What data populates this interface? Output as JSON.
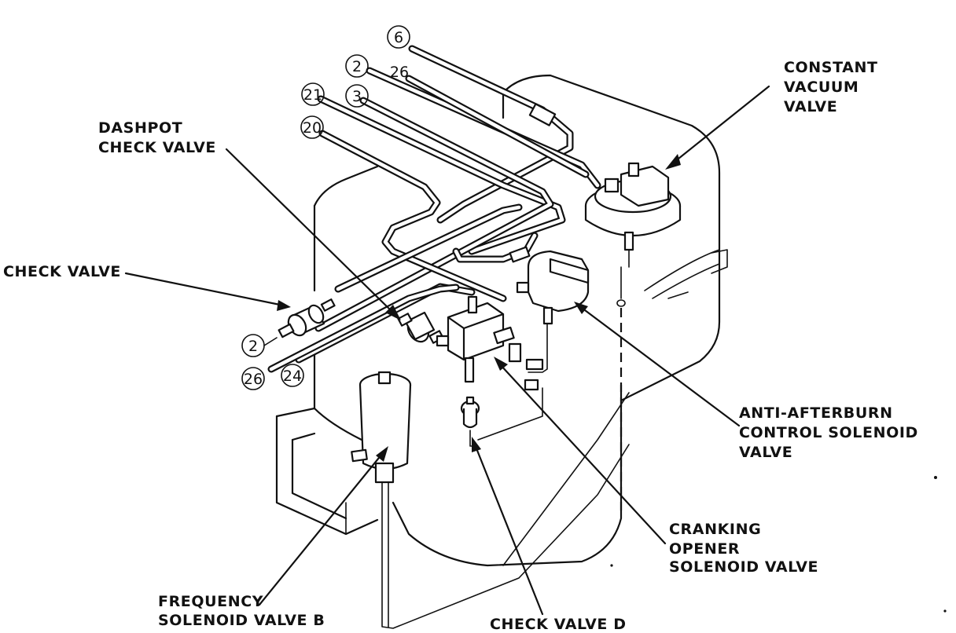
{
  "labels": {
    "constant_vacuum_valve": [
      "CONSTANT",
      "VACUUM",
      "VALVE"
    ],
    "dashpot_check_valve": [
      "DASHPOT",
      "CHECK VALVE"
    ],
    "check_valve": [
      "CHECK VALVE"
    ],
    "anti_afterburn_valve": [
      "ANTI-AFTERBURN",
      "CONTROL SOLENOID",
      "VALVE"
    ],
    "cranking_opener_valve": [
      "CRANKING",
      "OPENER",
      "SOLENOID VALVE"
    ],
    "frequency_solenoid_valve_b": [
      "FREQUENCY",
      "SOLENOID VALVE B"
    ],
    "check_valve_d": [
      "CHECK VALVE D"
    ]
  },
  "hose_numbers": {
    "h6": "6",
    "h2_top": "2",
    "h26_top": "26",
    "h21": "21",
    "h3": "3",
    "h20": "20",
    "h2_bottom": "2",
    "h26_bottom": "26",
    "h24": "24"
  }
}
